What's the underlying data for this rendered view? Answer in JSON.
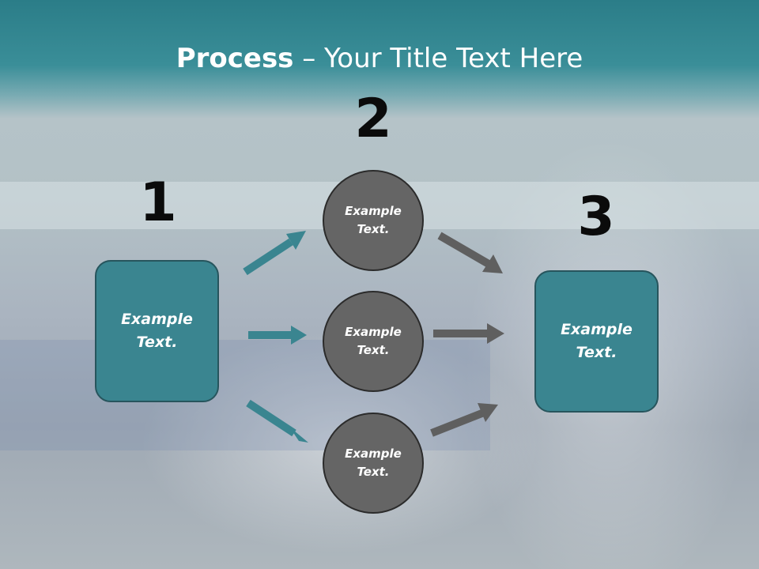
{
  "slide": {
    "title_bold": "Process",
    "title_rest": " – Your Title Text Here"
  },
  "steps": {
    "one": "1",
    "two": "2",
    "three": "3"
  },
  "boxes": {
    "left": {
      "line1": "Example",
      "line2": "Text."
    },
    "right": {
      "line1": "Example",
      "line2": "Text."
    }
  },
  "circles": [
    {
      "line1": "Example",
      "line2": "Text."
    },
    {
      "line1": "Example",
      "line2": "Text."
    },
    {
      "line1": "Example",
      "line2": "Text."
    }
  ],
  "colors": {
    "teal_box": "#3a8590",
    "teal_arrow": "#3a8590",
    "gray_circle": "#656565",
    "gray_arrow": "#5f5f5f",
    "header": "#2b7d88"
  }
}
